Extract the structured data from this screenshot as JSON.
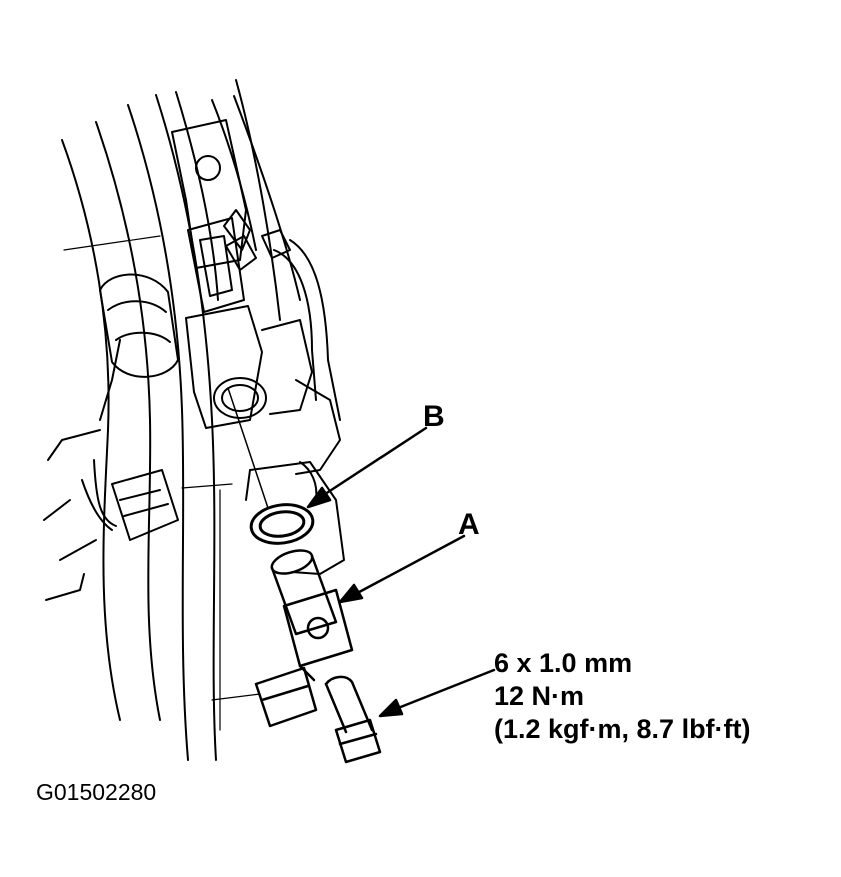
{
  "labels": {
    "a": "A",
    "b": "B"
  },
  "spec": {
    "bolt_size": "6 x 1.0 mm",
    "torque_nm": "12 N·m",
    "torque_alt": "(1.2 kgf·m, 8.7 lbf·ft)"
  },
  "figure_id": "G01502280",
  "colors": {
    "ink": "#000000",
    "paper": "#ffffff"
  }
}
